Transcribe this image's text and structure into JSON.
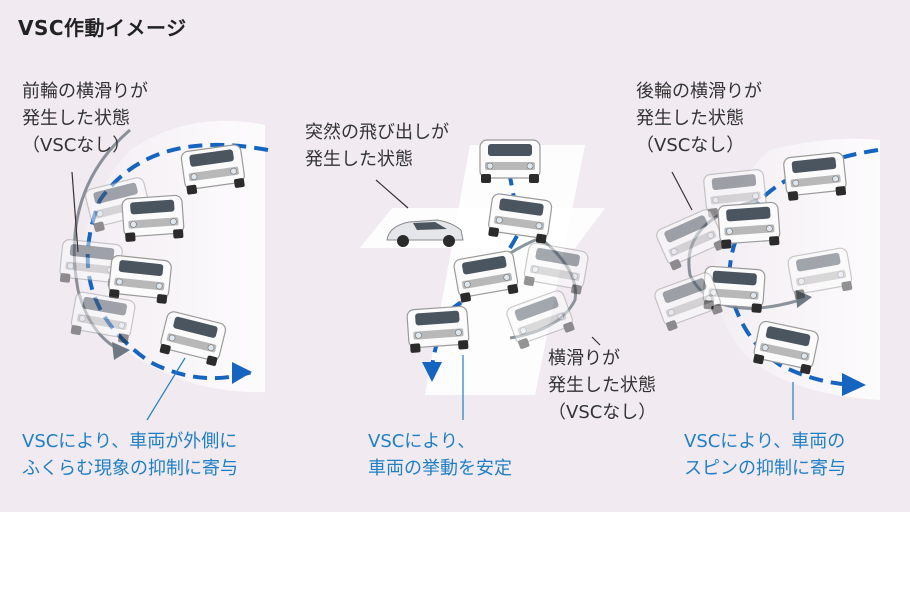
{
  "title": "VSC作動イメージ",
  "colors": {
    "accent_blue": "#1565c0",
    "caption_blue": "#1f7fc4",
    "panel_bg": "#f1ebf1"
  },
  "icons": {
    "vehicle": "suv-icon",
    "sedan": "sedan-icon"
  },
  "left": {
    "label_gray": "前輪の横滑りが\n発生した状態\n（VSCなし）",
    "label_blue": "VSCにより、車両が外側に\nふくらむ現象の抑制に寄与"
  },
  "middle": {
    "label_top": "突然の飛び出しが\n発生した状態",
    "label_gray": "横滑りが\n発生した状態\n（VSCなし）",
    "label_blue": "VSCにより、\n車両の挙動を安定"
  },
  "right": {
    "label_gray": "後輪の横滑りが\n発生した状態\n（VSCなし）",
    "label_blue": "VSCにより、車両の\nスピンの抑制に寄与"
  }
}
